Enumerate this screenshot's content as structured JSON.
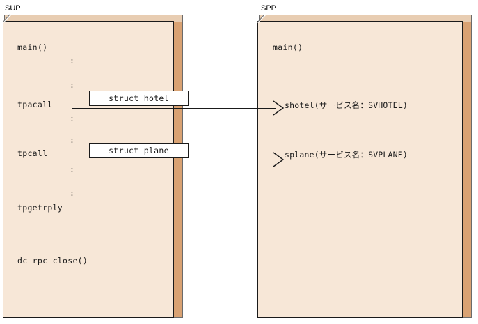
{
  "diagram": {
    "title": "SUP / SPP process call diagram",
    "colors": {
      "box_face": "#f7e7d7",
      "box_side": "#d9a273",
      "box_top_bevel": "#e8cdb2",
      "box_outline": "#1a1a1a",
      "bevel_outline": "#6b6b6b",
      "callout_fill": "#ffffff",
      "line": "#1a1a1a",
      "background": "#ffffff"
    },
    "panels": [
      {
        "id": "sup",
        "title": "SUP",
        "lines": [
          {
            "id": "main",
            "text": "main()"
          },
          {
            "id": "ellipsis-1",
            "text": ":"
          },
          {
            "id": "ellipsis-2",
            "text": ":"
          },
          {
            "id": "tpacall",
            "text": "tpacall"
          },
          {
            "id": "ellipsis-3",
            "text": ":"
          },
          {
            "id": "ellipsis-4",
            "text": ":"
          },
          {
            "id": "tpcall",
            "text": "tpcall"
          },
          {
            "id": "ellipsis-5",
            "text": ":"
          },
          {
            "id": "ellipsis-6",
            "text": ":"
          },
          {
            "id": "tpgetrply",
            "text": "tpgetrply"
          },
          {
            "id": "dc_rpc_close",
            "text": "dc_rpc_close()"
          }
        ]
      },
      {
        "id": "spp",
        "title": "SPP",
        "lines": [
          {
            "id": "main",
            "text": "main()"
          },
          {
            "id": "shotel",
            "text": "shotel(サービス名：SVHOTEL)"
          },
          {
            "id": "splane",
            "text": "splane(サービス名：SVPLANE)"
          }
        ]
      }
    ],
    "callouts": [
      {
        "id": "struct-hotel",
        "text": "struct hotel"
      },
      {
        "id": "struct-plane",
        "text": "struct plane"
      }
    ],
    "flows": [
      {
        "id": "tpacall-to-shotel",
        "from": "tpacall",
        "to": "shotel",
        "payload": "struct hotel"
      },
      {
        "id": "tpcall-to-splane",
        "from": "tpcall",
        "to": "splane",
        "payload": "struct plane"
      }
    ]
  }
}
